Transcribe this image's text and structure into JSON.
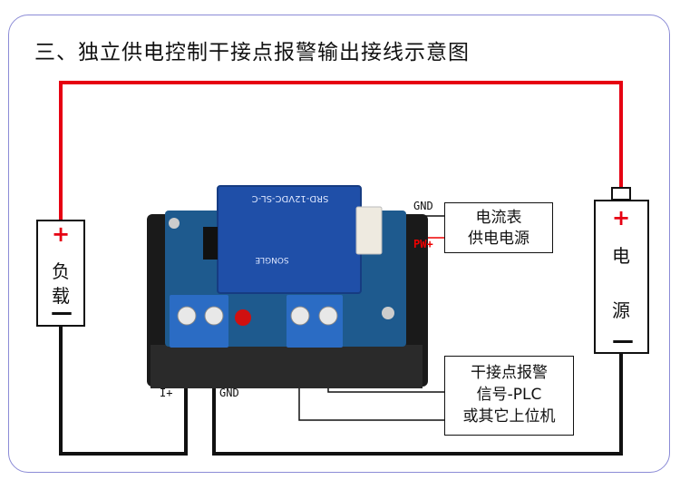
{
  "title": "三、独立供电控制干接点报警输出接线示意图",
  "load_box": {
    "plus": "+",
    "label_1": "负",
    "label_2": "载",
    "minus": "—"
  },
  "power_box": {
    "plus": "+",
    "label_1": "电",
    "label_2": "源",
    "minus": "—"
  },
  "meter_power_box": {
    "line_1": "电流表",
    "line_2": "供电电源"
  },
  "alarm_box": {
    "line_1": "干接点报警",
    "line_2": "信号-PLC",
    "line_3": "或其它上位机"
  },
  "labels": {
    "gnd_top": "GND",
    "pw_plus": "PW+",
    "i_plus": "I+",
    "gnd_bottom": "GND"
  },
  "relay_text": {
    "model": "SRD-12VDC-SL-C",
    "brand": "SONGLE"
  },
  "colors": {
    "wire_red": "#e60012",
    "wire_black": "#111111",
    "frame": "#8b8bd6",
    "pcb": "#1e5a8e",
    "relay": "#1f4fa8",
    "terminal": "#2b6cc4"
  }
}
